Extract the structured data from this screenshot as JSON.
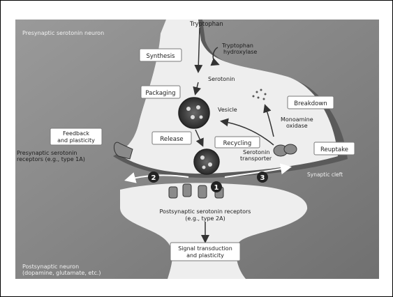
{
  "labels": {
    "presynaptic_neuron": "Presynaptic serotonin neuron",
    "tryptophan": "Tryptophan",
    "synthesis": "Synthesis",
    "tryptophan_hydroxylase_1": "Tryptophan",
    "tryptophan_hydroxylase_2": "hydroxylase",
    "serotonin": "Serotonin",
    "packaging": "Packaging",
    "vesicle": "Vesicle",
    "breakdown": "Breakdown",
    "monoamine_oxidase_1": "Monoamine",
    "monoamine_oxidase_2": "oxidase",
    "feedback_1": "Feedback",
    "feedback_2": "and plasticity",
    "release": "Release",
    "recycling": "Recycling",
    "reuptake": "Reuptake",
    "presyn_receptors_1": "Presynaptic serotonin",
    "presyn_receptors_2": "receptors (e.g., type 1A)",
    "serotonin_transporter_1": "Serotonin",
    "serotonin_transporter_2": "transporter",
    "synaptic_cleft": "Synaptic cleft",
    "num_1": "1",
    "num_2": "2",
    "num_3": "3",
    "postsyn_receptors_1": "Postsynaptic serotonin receptors",
    "postsyn_receptors_2": "(e.g., type 2A)",
    "signal_1": "Signal transduction",
    "signal_2": "and plasticity",
    "postsynaptic_neuron_1": "Postsynaptic neuron",
    "postsynaptic_neuron_2": "(dopamine, glutamate, etc.)"
  },
  "colors": {
    "background_gray": "#858585",
    "membrane": "#eeeeee",
    "membrane_shadow": "#5a5a5a",
    "vesicle": "#444444"
  }
}
